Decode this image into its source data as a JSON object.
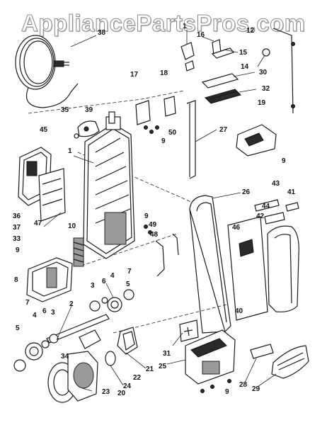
{
  "watermark": "AppliancePartsPros.com",
  "labels": [
    "38",
    "1",
    "16",
    "15",
    "12",
    "14",
    "30",
    "32",
    "17",
    "18",
    "19",
    "35",
    "39",
    "50",
    "27",
    "45",
    "9",
    "1",
    "9",
    "26",
    "43",
    "41",
    "44",
    "42",
    "36",
    "37",
    "47",
    "10",
    "9",
    "48",
    "49",
    "33",
    "9",
    "8",
    "3",
    "6",
    "4",
    "7",
    "5",
    "2",
    "46",
    "40",
    "7",
    "4",
    "6",
    "3",
    "5",
    "34",
    "22",
    "21",
    "31",
    "25",
    "9",
    "28",
    "29",
    "20",
    "24",
    "23"
  ]
}
